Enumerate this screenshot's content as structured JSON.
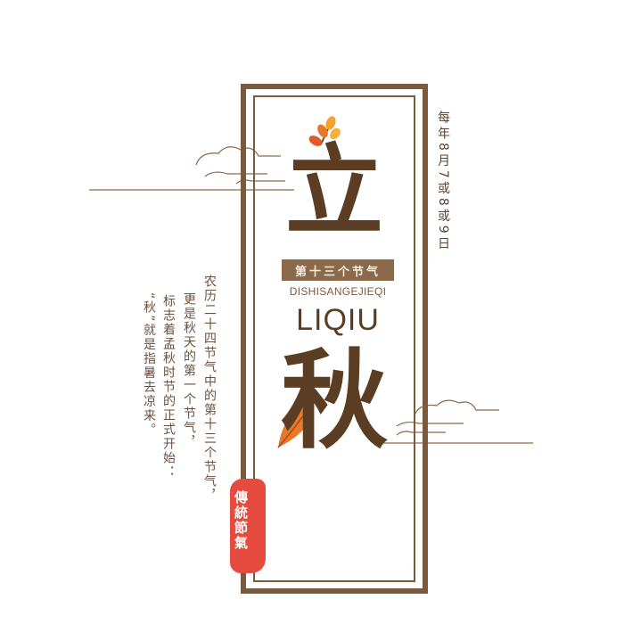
{
  "title_char_1": "立",
  "title_char_2": "秋",
  "badge": "第十三个节气",
  "pinyin_small": "DISHISANGEJIEQI",
  "pinyin_big": "LIQIU",
  "date_vertical": "每年8月7或8或9日",
  "description_columns": [
    "农历二十四节气中的第十三个节气，",
    "更是秋天的第一个节气，",
    "标志着孟秋时节的正式开始：",
    "“秋”就是指暑去凉来。"
  ],
  "seal_text": "傳統節氣",
  "colors": {
    "brown_dark": "#5a3d22",
    "brown_frame": "#7b5a3c",
    "seal_red": "#e64b3f",
    "leaf_orange": "#e8792a"
  }
}
